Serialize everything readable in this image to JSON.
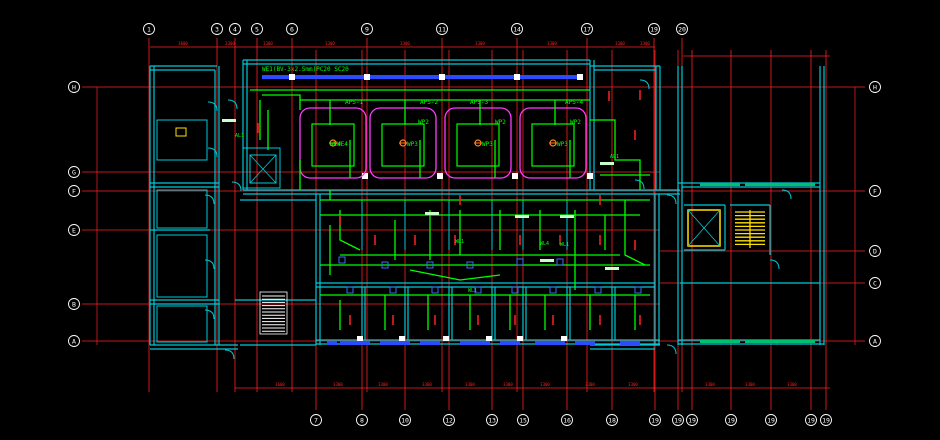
{
  "drawing": {
    "title_note": "WE1(BV-3x2.5mm)PC20 SC20",
    "colors": {
      "background": "#000000",
      "axis_line": "#ff2020",
      "axis_bubble": "#ffffff",
      "wall": "#00c8d7",
      "wire": "#00ff00",
      "window": "#2a4bff",
      "ahu_box": "#ff3cff",
      "label_text": "#00ff00",
      "stair": "#ffffff",
      "yellow": "#ffe000"
    }
  },
  "axes_top": [
    "1",
    "3",
    "4",
    "5",
    "6",
    "9",
    "11",
    "14",
    "17",
    "19",
    "20"
  ],
  "axes_bottom": [
    "7",
    "8",
    "10",
    "12",
    "13",
    "15",
    "16",
    "18",
    "19",
    "19",
    "19",
    "19",
    "19",
    "19",
    "19"
  ],
  "axes_left": [
    "H",
    "G",
    "F",
    "E",
    "B",
    "A"
  ],
  "axes_right": [
    "H",
    "F",
    "D",
    "C",
    "A"
  ],
  "equipment": [
    {
      "id": "ahu1",
      "label": "WE4"
    },
    {
      "id": "ahu2",
      "label": "WP3"
    },
    {
      "id": "ahu3",
      "label": "WP3"
    },
    {
      "id": "ahu4",
      "label": "WP3"
    }
  ],
  "top_labels": [
    "APS-1",
    "APS-2",
    "APS-3",
    "APS-4",
    "WE4",
    "WP2",
    "WP2",
    "WP2"
  ],
  "panel_labels": [
    "AL1",
    "AL1",
    "WL1",
    "WL4",
    "WL1",
    "WL1"
  ],
  "dim_top": [
    "3600",
    "3300",
    "3300",
    "3300",
    "3300",
    "3300",
    "3300",
    "3300",
    "3300"
  ],
  "dim_bottom": [
    "3600",
    "3300",
    "3300",
    "3300",
    "3300",
    "3300",
    "3300",
    "3300",
    "3300",
    "3300",
    "3300",
    "3300"
  ]
}
